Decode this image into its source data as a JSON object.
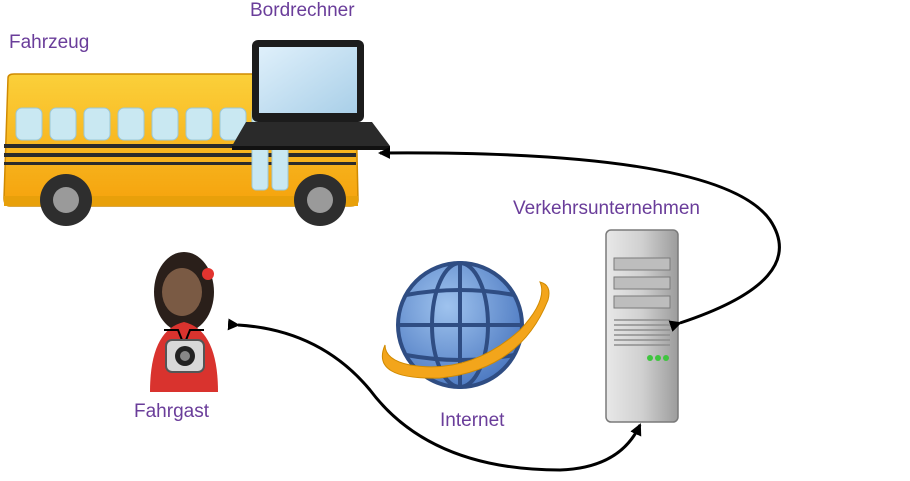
{
  "labels": {
    "fahrzeug": "Fahrzeug",
    "bordrechner": "Bordrechner",
    "verkehrsunternehmen": "Verkehrsunternehmen",
    "fahrgast": "Fahrgast",
    "internet": "Internet"
  },
  "colors": {
    "label_text": "#6a3d9a",
    "bus_yellow": "#f9b90f",
    "bus_stripe": "#2b2b2b",
    "window_blue": "#c9e8f2",
    "globe_blue": "#3a5f9f",
    "ring_orange": "#f3a51b",
    "server_gray": "#c9c9c9",
    "arrow": "#000000",
    "person_shirt": "#d9332e"
  },
  "icons": [
    "bus-icon",
    "laptop-icon",
    "server-icon",
    "globe-icon",
    "person-camera-icon"
  ]
}
